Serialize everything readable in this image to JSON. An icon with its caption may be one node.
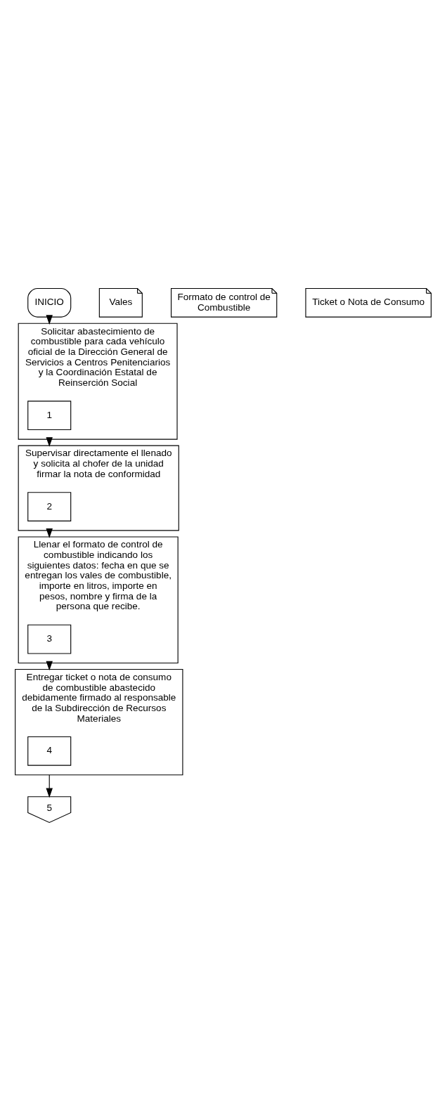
{
  "diagram": {
    "nodes": [
      {
        "text": [
          "INICIO"
        ]
      },
      {
        "text": [
          "Solicitar abastecimiento de combustible para cada vehículo oficial de la Dirección General de Servicios a Centros Penitenciarios y la Coordinación Estatal de Reinserción Social"
        ]
      },
      {
        "text": [
          "1"
        ],
        "in": 1
      },
      {
        "text": [
          "Supervisar directamente el llenado y solicita al chofer de la unidad firmar la nota de conformidad"
        ]
      },
      {
        "text": [
          "2"
        ],
        "in": 3
      },
      {
        "text": [
          "Vales"
        ]
      },
      {
        "text": [
          "Llenar el formato de control de combustible indicando los siguientes datos: fecha en que se entregan los vales de combustible, importe en litros, importe en pesos, nombre y firma de la persona que recibe."
        ]
      },
      {
        "text": [
          "3"
        ],
        "in": 6
      },
      {
        "text": [
          "Formato de control de Combustible"
        ]
      },
      {
        "text": [
          "Entregar ticket o nota de consumo de combustible abastecido debidamente firmado al responsable de la Subdirección de Recursos Materiales"
        ]
      },
      {
        "text": [
          "4"
        ],
        "in": 9
      },
      {
        "text": [
          "Ticket o Nota de Consumo"
        ]
      },
      {
        "text": [
          "5"
        ]
      }
    ],
    "edges": [
      {
        "from": 0,
        "to": 1,
        "arrow": "to"
      },
      {
        "from": 1,
        "to": 3,
        "arrow": "to"
      },
      {
        "from": 3,
        "to": 6,
        "arrow": "to"
      },
      {
        "from": 6,
        "to": 9,
        "arrow": "to"
      },
      {
        "from": 9,
        "to": 12,
        "arrow": "to"
      }
    ]
  }
}
